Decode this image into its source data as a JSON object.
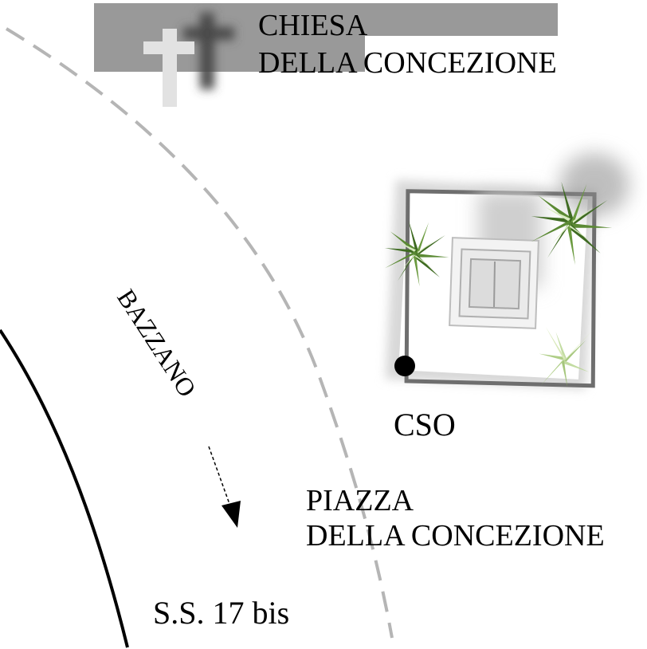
{
  "map": {
    "church_label_line1": "CHIESA",
    "church_label_line2": "DELLA CONCEZIONE",
    "road_label_bazzano": "BAZZANO",
    "station_label": "CSO",
    "square_label_line1": "PIAZZA",
    "square_label_line2": "DELLA CONCEZIONE",
    "highway_label": "S.S. 17 bis",
    "colors": {
      "church_band": "#999999",
      "path_dashes": "#b5b5b5",
      "road": "#000000",
      "plant_green": "#4f7a2c",
      "plant_light": "#b5d48c",
      "station_dot": "#000000"
    },
    "icons": [
      "cross-icon",
      "plant-icon",
      "station-dot-icon",
      "direction-arrow-icon"
    ]
  }
}
